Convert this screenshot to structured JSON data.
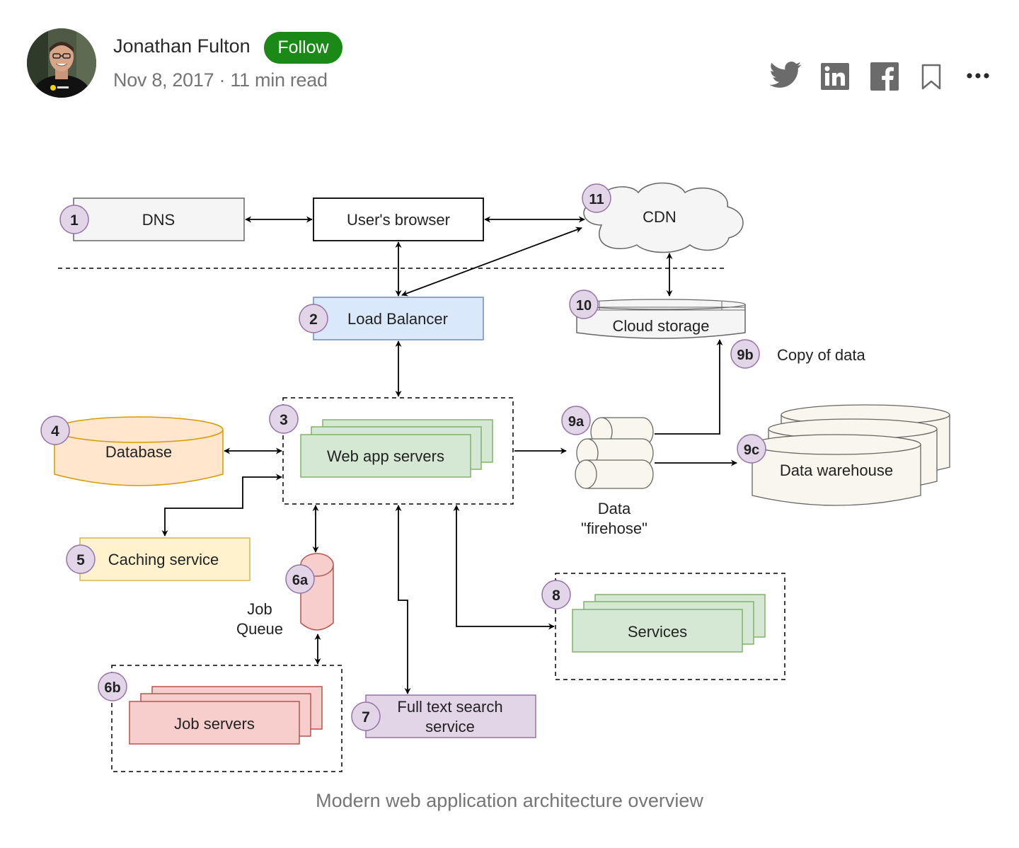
{
  "author": {
    "name": "Jonathan Fulton",
    "follow_label": "Follow",
    "date": "Nov 8, 2017",
    "read_time": "11 min read",
    "separator": "·"
  },
  "share_icons": [
    "twitter-icon",
    "linkedin-icon",
    "facebook-icon",
    "bookmark-icon",
    "more-icon"
  ],
  "diagram": {
    "dns": "DNS",
    "browser": "User's browser",
    "cdn": "CDN",
    "load_balancer": "Load Balancer",
    "cloud_storage": "Cloud storage",
    "copy_of_data": "Copy of data",
    "database": "Database",
    "web_app_servers": "Web app servers",
    "caching_service": "Caching service",
    "data_firehose_line1": "Data",
    "data_firehose_line2": "\"firehose\"",
    "data_warehouse": "Data warehouse",
    "job_queue_line1": "Job",
    "job_queue_line2": "Queue",
    "services": "Services",
    "job_servers": "Job servers",
    "search_line1": "Full text search",
    "search_line2": "service",
    "badges": {
      "b1": "1",
      "b2": "2",
      "b3": "3",
      "b4": "4",
      "b5": "5",
      "b6a": "6a",
      "b6b": "6b",
      "b7": "7",
      "b8": "8",
      "b9a": "9a",
      "b9b": "9b",
      "b9c": "9c",
      "b10": "10",
      "b11": "11"
    }
  },
  "caption": "Modern web application architecture overview",
  "colors": {
    "follow_green": "#1a8917",
    "badge_fill": "#e1d5e7",
    "badge_stroke": "#9673a6",
    "lb_blue": "#dae8fc",
    "web_green": "#d5e8d4",
    "db_orange": "#ffe6cc",
    "cache_yellow": "#fff2cc",
    "job_red": "#f8cecc",
    "search_purple": "#e1d5e7"
  }
}
